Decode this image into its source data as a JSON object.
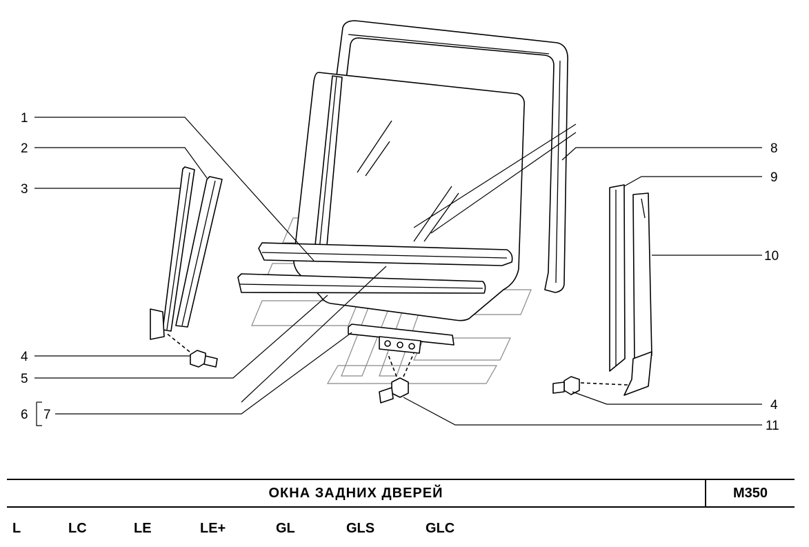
{
  "diagram": {
    "callouts": {
      "c1": "1",
      "c2": "2",
      "c3": "3",
      "c4a": "4",
      "c5": "5",
      "c6": "6",
      "c7": "7",
      "c8": "8",
      "c9": "9",
      "c10": "10",
      "c4b": "4",
      "c11": "11"
    }
  },
  "footer": {
    "title": "ОКНА ЗАДНИХ ДВЕРЕЙ",
    "code": "M350"
  },
  "trims": [
    "L",
    "LC",
    "LE",
    "LE+",
    "GL",
    "GLS",
    "GLC"
  ]
}
